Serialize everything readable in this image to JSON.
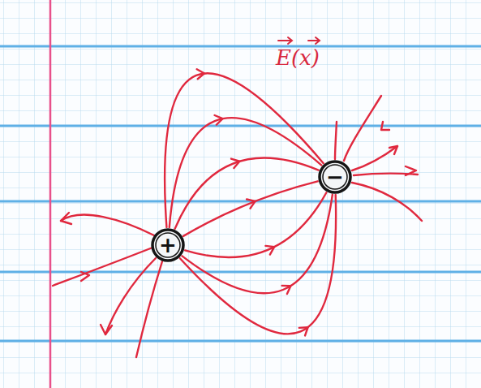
{
  "diagram": {
    "nodes": [
      {
        "text": [
          "+"
        ]
      },
      {
        "text": [
          "−"
        ]
      }
    ],
    "edges": [
      {
        "from": 0,
        "to": 1,
        "arrow": "to"
      },
      {
        "from": 0,
        "to": 1,
        "arrow": "to"
      },
      {
        "from": 0,
        "to": 1,
        "arrow": "to"
      },
      {
        "from": 0,
        "to": 1,
        "arrow": "to"
      },
      {
        "from": 0,
        "to": 1,
        "arrow": "to"
      },
      {
        "from": 0,
        "to": 1,
        "arrow": "to"
      },
      {
        "from": 0,
        "to": 1,
        "arrow": "to"
      }
    ],
    "labels": [
      "E(x)"
    ]
  }
}
